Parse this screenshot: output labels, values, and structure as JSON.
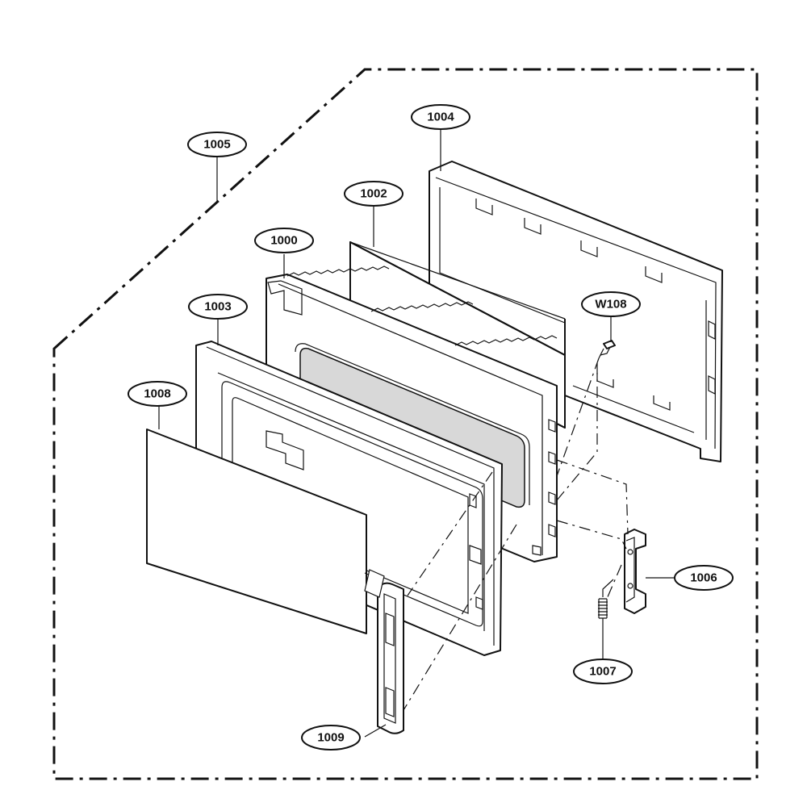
{
  "parts": {
    "p1000": "1000",
    "p1002": "1002",
    "p1003": "1003",
    "p1004": "1004",
    "p1005": "1005",
    "p1006": "1006",
    "p1007": "1007",
    "p1008": "1008",
    "p1009": "1009",
    "pW108": "W108"
  }
}
